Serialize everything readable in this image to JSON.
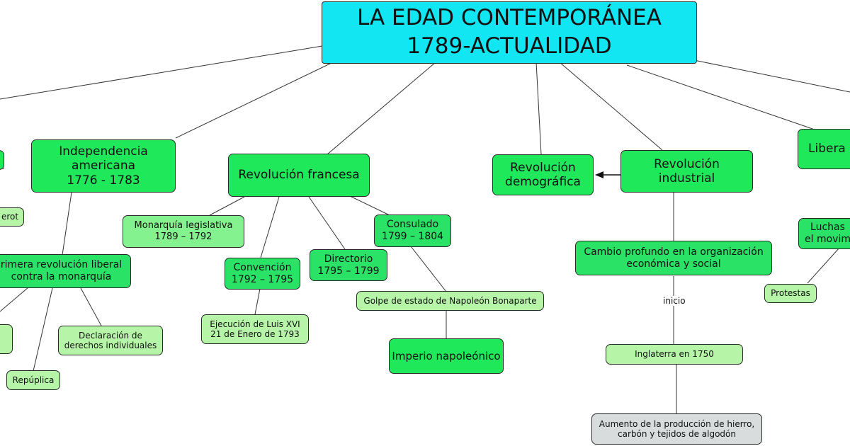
{
  "root": {
    "title_line1": "LA EDAD CONTEMPORÁNEA",
    "title_line2": "1789-ACTUALIDAD"
  },
  "nodes": {
    "independencia": "Independencia\namericana\n1776 - 1783",
    "primera_revolucion": "rimera revolución liberal\ncontra la monarquía",
    "declaracion": "Declaración de\nderechos individuales",
    "republica": "Repúplica",
    "erot_fragment": "erot",
    "revolucion_francesa": "Revolución francesa",
    "monarquia_legislativa": "Monarquía legislativa\n1789 – 1792",
    "convencion": "Convención\n1792 – 1795",
    "ejecucion": "Ejecución de Luis XVI\n21 de Enero de 1793",
    "directorio": "Directorio\n1795 – 1799",
    "consulado": "Consulado\n1799 – 1804",
    "golpe": "Golpe de estado de Napoleón Bonaparte",
    "imperio": "Imperio napoleónico",
    "revolucion_demografica": "Revolución\ndemográfica",
    "revolucion_industrial": "Revolución\nindustrial",
    "cambio": "Cambio profundo en la organización\neconómica y social",
    "inglaterra": "Inglaterra en 1750",
    "aumento": "Aumento de la producción de hierro,\ncarbón y tejidos de algodón",
    "libera_fragment": "Libera",
    "luchas_fragment": "Luchas\nel movim",
    "protestas": "Protestas"
  },
  "edge_labels": {
    "inicio": "inicio"
  }
}
